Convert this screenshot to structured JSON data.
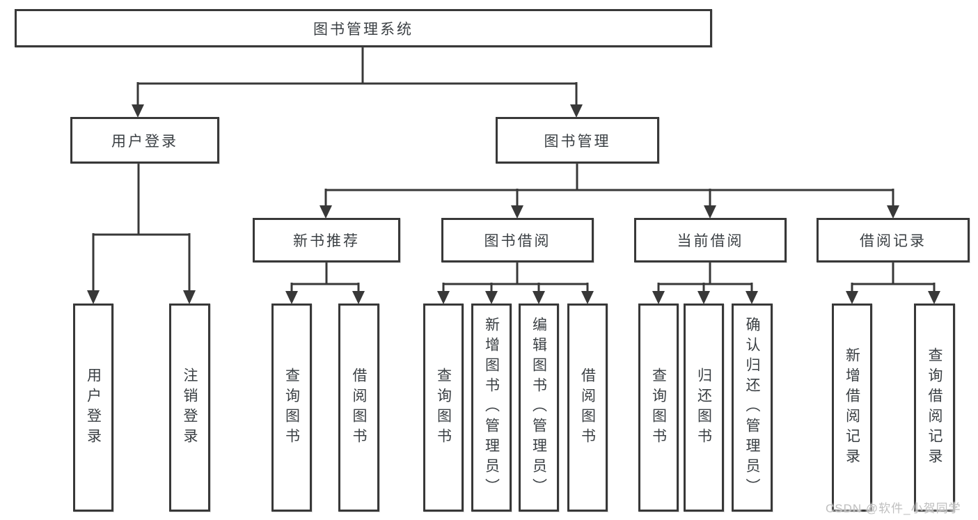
{
  "tree": {
    "root": {
      "label": "图书管理系统"
    },
    "branches": [
      {
        "label": "用户登录",
        "children": [
          {
            "label": "用户登录"
          },
          {
            "label": "注销登录"
          }
        ]
      },
      {
        "label": "图书管理",
        "children": [
          {
            "label": "新书推荐",
            "children": [
              {
                "label": "查询图书"
              },
              {
                "label": "借阅图书"
              }
            ]
          },
          {
            "label": "图书借阅",
            "children": [
              {
                "label": "查询图书"
              },
              {
                "label": "新增图书（管理员）"
              },
              {
                "label": "编辑图书（管理员）"
              },
              {
                "label": "借阅图书"
              }
            ]
          },
          {
            "label": "当前借阅",
            "children": [
              {
                "label": "查询图书"
              },
              {
                "label": "归还图书"
              },
              {
                "label": "确认归还（管理员）"
              }
            ]
          },
          {
            "label": "借阅记录",
            "children": [
              {
                "label": "新增借阅记录"
              },
              {
                "label": "查询借阅记录"
              }
            ]
          }
        ]
      }
    ]
  },
  "watermark": "CSDN @软件_小贺同学",
  "colors": {
    "line": "#383838",
    "text": "#3a3f43",
    "background": "#ffffff",
    "watermark": "#bfbfbf"
  }
}
